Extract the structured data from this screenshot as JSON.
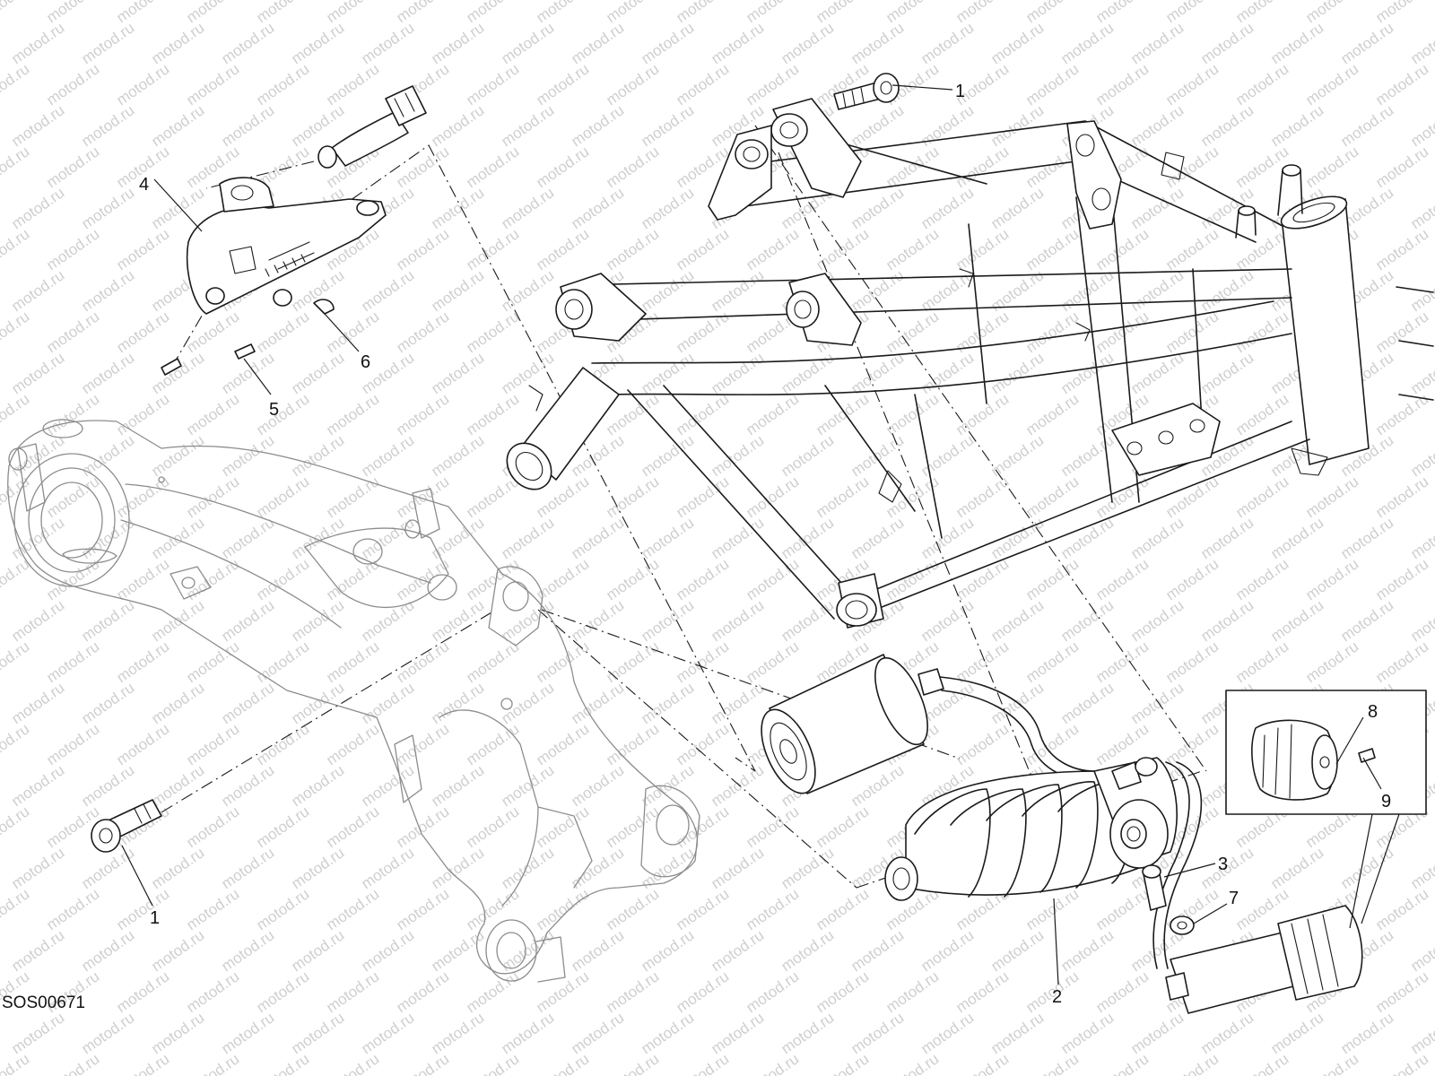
{
  "watermark": "motod.ru",
  "diagram_code": "SOS00671",
  "callouts": {
    "c1_top": "1",
    "c1_bottom": "1",
    "c2": "2",
    "c3": "3",
    "c4": "4",
    "c5": "5",
    "c6": "6",
    "c7": "7",
    "c8": "8",
    "c9": "9"
  },
  "colors": {
    "line": "#1a1a1a",
    "watermark": "#cfcfcf",
    "background": "#ffffff"
  }
}
